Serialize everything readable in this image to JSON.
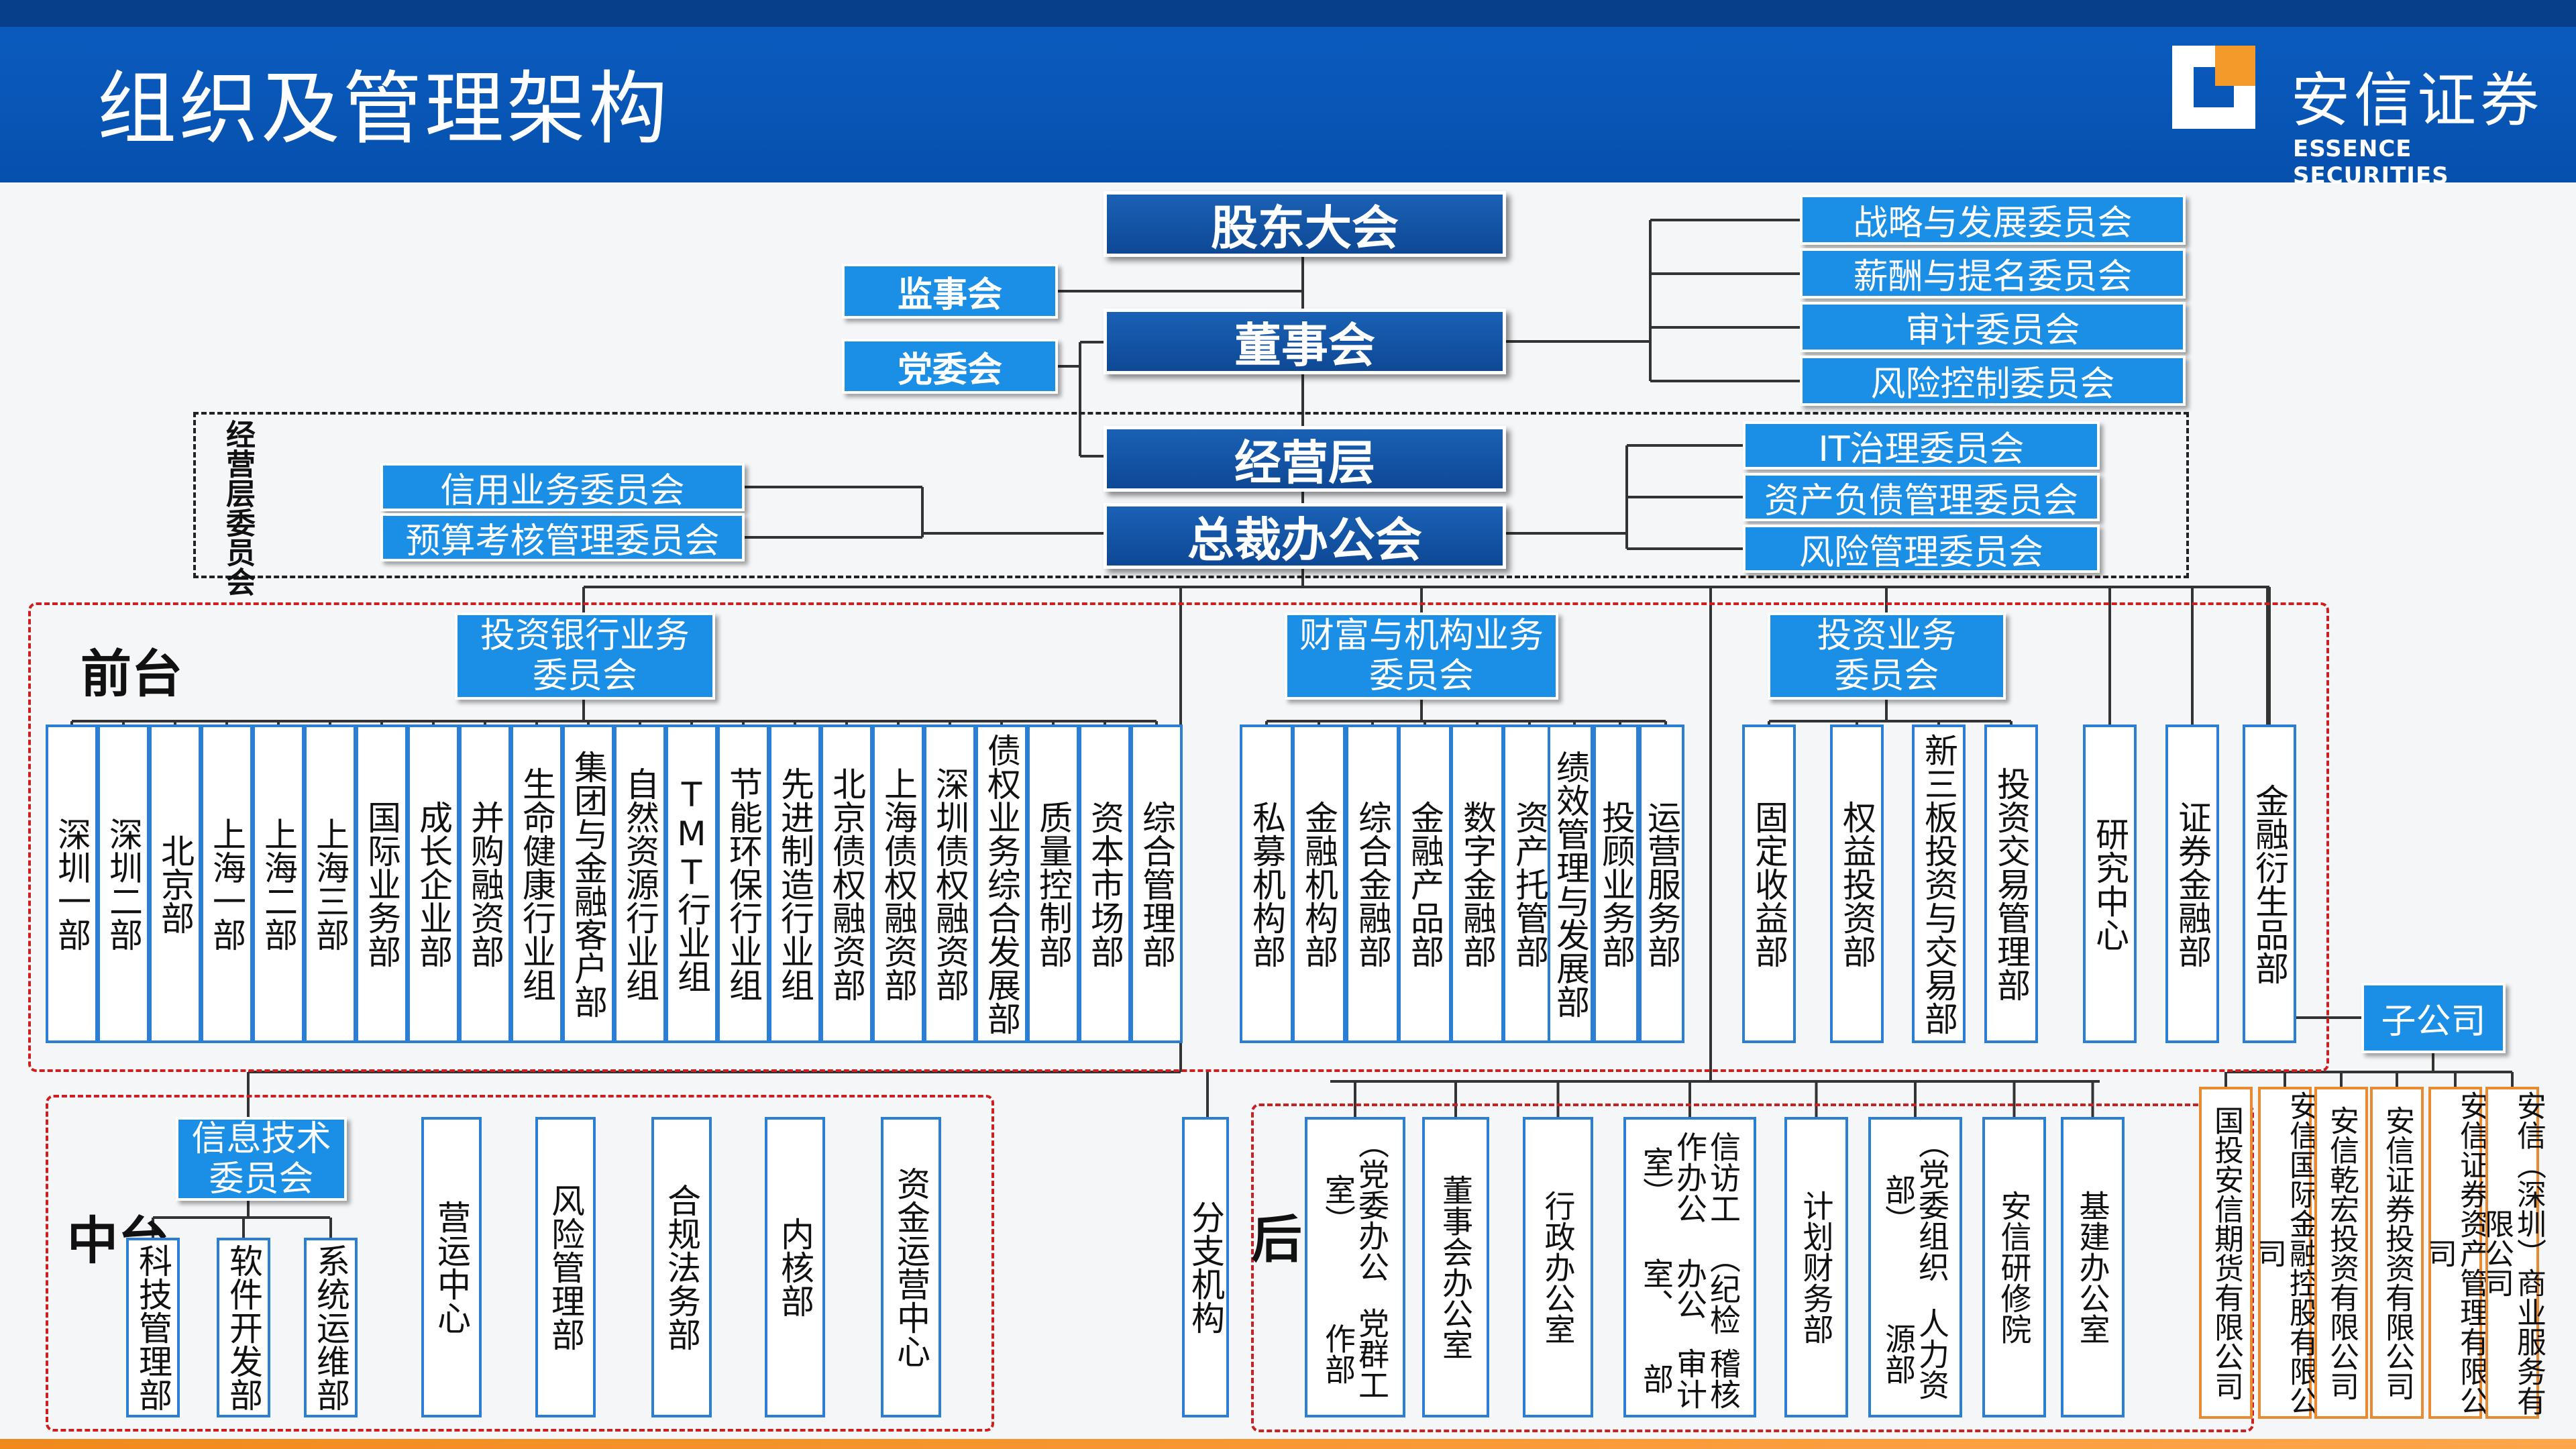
{
  "header": {
    "title": "组织及管理架构"
  },
  "logo": {
    "name_cn": "安信证券",
    "name_en": "ESSENCE SECURITIES"
  },
  "colors": {
    "header_blue": "#0957b8",
    "governance": "#0e4895",
    "committee": "#1b8ee6",
    "dept_border": "#2a7fd4",
    "subsidiary_border": "#ea8a30",
    "zone_border": "#cc2020",
    "bottom_bar": "#f08a1d"
  },
  "governance": {
    "shareholders": "股东大会",
    "supervisors": "监事会",
    "party": "党委会",
    "board": "董事会",
    "management": "经营层",
    "president_office": "总裁办公会"
  },
  "board_committees": [
    "战略与发展委员会",
    "薪酬与提名委员会",
    "审计委员会",
    "风险控制委员会"
  ],
  "management_committees": {
    "label": "经营层委员会",
    "left": [
      "信用业务委员会",
      "预算考核管理委员会"
    ],
    "right": [
      "IT治理委员会",
      "资产负债管理委员会",
      "风险管理委员会"
    ]
  },
  "front": {
    "label": "前台",
    "ib": {
      "committee_line1": "投资银行业务",
      "committee_line2": "委员会",
      "depts": [
        "深圳一部",
        "深圳二部",
        "北京部",
        "上海一部",
        "上海二部",
        "上海三部",
        "国际业务部",
        "成长企业部",
        "并购融资部",
        "生命健康行业组",
        "集团与金融客户部",
        "自然资源行业组",
        "TMT行业组",
        "节能环保行业组",
        "先进制造行业组",
        "北京债权融资部",
        "上海债权融资部",
        "深圳债权融资部",
        "债权业务综合发展部",
        "质量控制部",
        "资本市场部",
        "综合管理部"
      ]
    },
    "wealth": {
      "committee_line1": "财富与机构业务",
      "committee_line2": "委员会",
      "depts": [
        "私募机构部",
        "金融机构部",
        "综合金融部",
        "金融产品部",
        "数字金融部",
        "资产托管部",
        "绩效管理与发展部",
        "投顾业务部",
        "运营服务部"
      ]
    },
    "invest": {
      "committee_line1": "投资业务",
      "committee_line2": "委员会",
      "depts": [
        "固定收益部",
        "权益投资部",
        "新三板投资与交易部",
        "投资交易管理部"
      ]
    },
    "other": [
      "研究中心",
      "证券金融部",
      "金融衍生品部"
    ]
  },
  "middle": {
    "label": "中台",
    "it_committee_line1": "信息技术",
    "it_committee_line2": "委员会",
    "it_depts": [
      "科技管理部",
      "软件开发部",
      "系统运维部"
    ],
    "depts": [
      "营运中心",
      "风险管理部",
      "合规法务部",
      "内核部",
      "资金运营中心"
    ]
  },
  "branch": "分支机构",
  "back": {
    "label": "后台",
    "depts": [
      {
        "main": "党群工作部",
        "sub": "（党委办公室）"
      },
      {
        "main": "董事会办公室",
        "sub": ""
      },
      {
        "main": "行政办公室",
        "sub": ""
      },
      {
        "main": "稽核审计部",
        "sub": "（纪检办公室、",
        "sub2": "信访工作办公室）"
      },
      {
        "main": "计划财务部",
        "sub": ""
      },
      {
        "main": "人力资源部",
        "sub": "（党委组织部）"
      },
      {
        "main": "安信研修院",
        "sub": ""
      },
      {
        "main": "基建办公室",
        "sub": ""
      }
    ]
  },
  "subsidiaries": {
    "label": "子公司",
    "items": [
      "国投安信期货有限公司",
      "安信国际金融控股有限公司",
      "安信乾宏投资有限公司",
      "安信证券投资有限公司",
      "安信证券资产管理有限公司",
      "安信（深圳）商业服务有限公司"
    ]
  }
}
